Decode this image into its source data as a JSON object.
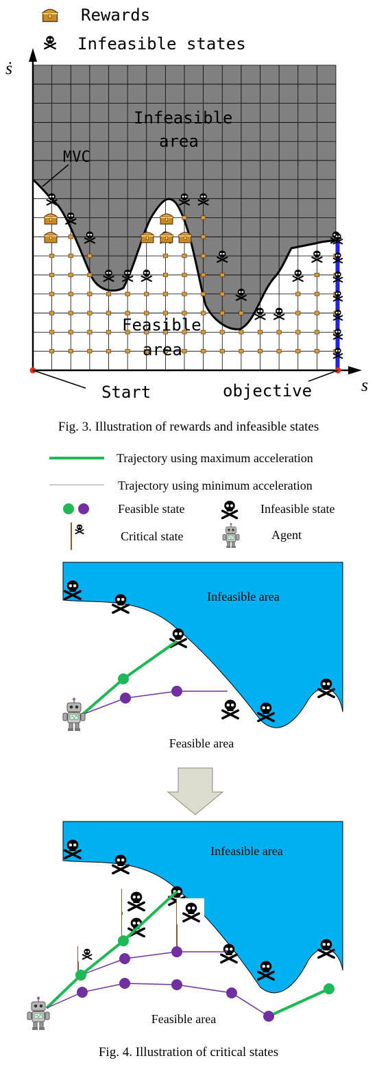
{
  "fig3": {
    "legend_rewards": "Rewards",
    "legend_infeasible": "Infeasible states",
    "y_axis": "ṡ",
    "x_axis": "s",
    "infeasible_area_line1": "Infeasible",
    "infeasible_area_line2": "area",
    "mvc_label": "MVC",
    "feasible_area_line1": "Feasible",
    "feasible_area_line2": "area",
    "start_label": "Start",
    "objective_label": "objective",
    "caption": "Fig. 3.  Illustration of rewards and infeasible states"
  },
  "fig4": {
    "legend": {
      "max_acc": "Trajectory using maximum acceleration",
      "min_acc": "Trajectory using minimum acceleration",
      "feasible_state": "Feasible state",
      "infeasible_state": "Infeasible state",
      "critical_state": "Critical state",
      "agent": "Agent"
    },
    "top_infeasible": "Infeasible area",
    "top_feasible": "Feasible area",
    "bottom_infeasible": "Infeasible area",
    "bottom_feasible": "Feasible area",
    "caption": "Fig. 4.  Illustration of critical states"
  },
  "colors": {
    "gray_area": "#7f7f7f",
    "blue_area": "#00b0f0",
    "green_traj": "#1db954",
    "purple_traj": "#7030a0",
    "objective_line": "#1f1fff",
    "start_dot": "#e03020"
  }
}
